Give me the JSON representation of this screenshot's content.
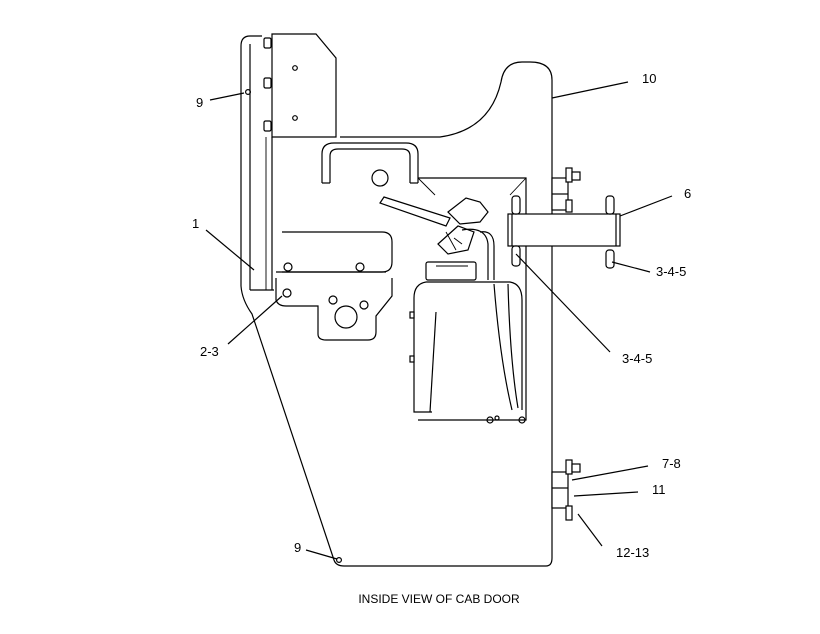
{
  "caption": "INSIDE VIEW OF CAB DOOR",
  "callouts": {
    "c10": "10",
    "c9a": "9",
    "c6": "6",
    "c1": "1",
    "c345a": "3-4-5",
    "c23": "2-3",
    "c345b": "3-4-5",
    "c78": "7-8",
    "c11": "11",
    "c1213": "12-13",
    "c9b": "9"
  }
}
